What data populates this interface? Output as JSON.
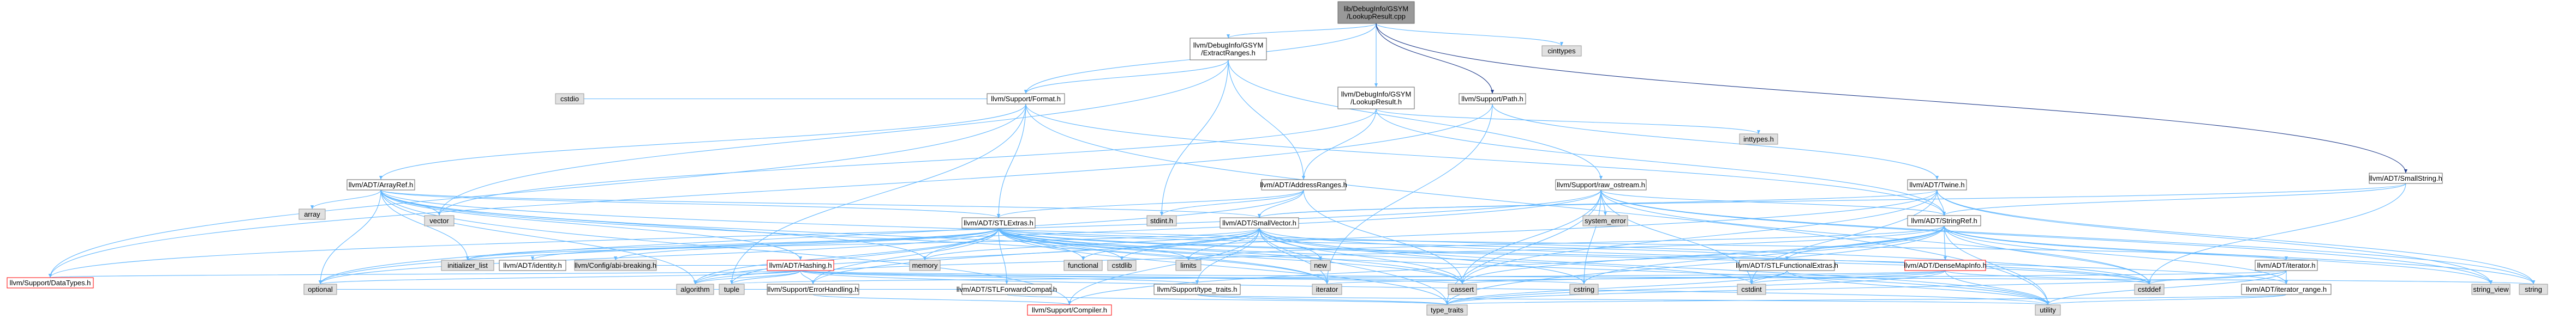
{
  "diagram": {
    "nodes": [
      {
        "id": "root",
        "label": [
          "lib/DebugInfo/GSYM",
          "/LookupResult.cpp"
        ],
        "kind": "root"
      },
      {
        "id": "eranges",
        "label": [
          "llvm/DebugInfo/GSYM",
          "/ExtractRanges.h"
        ],
        "kind": "header"
      },
      {
        "id": "cinttypes",
        "label": [
          "cinttypes"
        ],
        "kind": "system"
      },
      {
        "id": "format",
        "label": [
          "llvm/Support/Format.h"
        ],
        "kind": "header"
      },
      {
        "id": "lookupres",
        "label": [
          "llvm/DebugInfo/GSYM",
          "/LookupResult.h"
        ],
        "kind": "header"
      },
      {
        "id": "path",
        "label": [
          "llvm/Support/Path.h"
        ],
        "kind": "header"
      },
      {
        "id": "smallstring",
        "label": [
          "llvm/ADT/SmallString.h"
        ],
        "kind": "header"
      },
      {
        "id": "cstdio",
        "label": [
          "cstdio"
        ],
        "kind": "system"
      },
      {
        "id": "arrayref",
        "label": [
          "llvm/ADT/ArrayRef.h"
        ],
        "kind": "header"
      },
      {
        "id": "addrranges",
        "label": [
          "llvm/ADT/AddressRanges.h"
        ],
        "kind": "header"
      },
      {
        "id": "rawostream",
        "label": [
          "llvm/Support/raw_ostream.h"
        ],
        "kind": "header"
      },
      {
        "id": "inttypes",
        "label": [
          "inttypes.h"
        ],
        "kind": "system"
      },
      {
        "id": "twine",
        "label": [
          "llvm/ADT/Twine.h"
        ],
        "kind": "header"
      },
      {
        "id": "array",
        "label": [
          "array"
        ],
        "kind": "system"
      },
      {
        "id": "vector",
        "label": [
          "vector"
        ],
        "kind": "system"
      },
      {
        "id": "stlextras",
        "label": [
          "llvm/ADT/STLExtras.h"
        ],
        "kind": "header"
      },
      {
        "id": "stdint",
        "label": [
          "stdint.h"
        ],
        "kind": "system"
      },
      {
        "id": "smallvector",
        "label": [
          "llvm/ADT/SmallVector.h"
        ],
        "kind": "header"
      },
      {
        "id": "syserror",
        "label": [
          "system_error"
        ],
        "kind": "system"
      },
      {
        "id": "stringref",
        "label": [
          "llvm/ADT/StringRef.h"
        ],
        "kind": "header"
      },
      {
        "id": "datatypes",
        "label": [
          "llvm/Support/DataTypes.h"
        ],
        "kind": "missing"
      },
      {
        "id": "initlist",
        "label": [
          "initializer_list"
        ],
        "kind": "system"
      },
      {
        "id": "identity",
        "label": [
          "llvm/ADT/identity.h"
        ],
        "kind": "header"
      },
      {
        "id": "abibreak",
        "label": [
          "llvm/Config/abi-breaking.h"
        ],
        "kind": "system"
      },
      {
        "id": "hashing",
        "label": [
          "llvm/ADT/Hashing.h"
        ],
        "kind": "missing"
      },
      {
        "id": "memory",
        "label": [
          "memory"
        ],
        "kind": "system"
      },
      {
        "id": "functional",
        "label": [
          "functional"
        ],
        "kind": "system"
      },
      {
        "id": "cstdlib",
        "label": [
          "cstdlib"
        ],
        "kind": "system"
      },
      {
        "id": "limits",
        "label": [
          "limits"
        ],
        "kind": "system"
      },
      {
        "id": "new",
        "label": [
          "new"
        ],
        "kind": "system"
      },
      {
        "id": "densemapinfo",
        "label": [
          "llvm/ADT/DenseMapInfo.h"
        ],
        "kind": "missing"
      },
      {
        "id": "stlfunc",
        "label": [
          "llvm/ADT/STLFunctionalExtras.h"
        ],
        "kind": "header"
      },
      {
        "id": "iteratorh",
        "label": [
          "llvm/ADT/iterator.h"
        ],
        "kind": "header"
      },
      {
        "id": "stringview",
        "label": [
          "string_view"
        ],
        "kind": "system"
      },
      {
        "id": "string",
        "label": [
          "string"
        ],
        "kind": "system"
      },
      {
        "id": "algorithm",
        "label": [
          "algorithm"
        ],
        "kind": "system"
      },
      {
        "id": "errhandling",
        "label": [
          "llvm/Support/ErrorHandling.h"
        ],
        "kind": "header"
      },
      {
        "id": "tuple",
        "label": [
          "tuple"
        ],
        "kind": "system"
      },
      {
        "id": "stlfwdcompat",
        "label": [
          "llvm/ADT/STLForwardCompat.h"
        ],
        "kind": "header"
      },
      {
        "id": "typetraitsh",
        "label": [
          "llvm/Support/type_traits.h"
        ],
        "kind": "header"
      },
      {
        "id": "iterator",
        "label": [
          "iterator"
        ],
        "kind": "system"
      },
      {
        "id": "cassert",
        "label": [
          "cassert"
        ],
        "kind": "system"
      },
      {
        "id": "cstring",
        "label": [
          "cstring"
        ],
        "kind": "system"
      },
      {
        "id": "cstdint",
        "label": [
          "cstdint"
        ],
        "kind": "system"
      },
      {
        "id": "cstddef",
        "label": [
          "cstddef"
        ],
        "kind": "system"
      },
      {
        "id": "iterrange",
        "label": [
          "llvm/ADT/iterator_range.h"
        ],
        "kind": "header"
      },
      {
        "id": "optional",
        "label": [
          "optional"
        ],
        "kind": "system"
      },
      {
        "id": "compiler",
        "label": [
          "llvm/Support/Compiler.h"
        ],
        "kind": "missing"
      },
      {
        "id": "typetraits",
        "label": [
          "type_traits"
        ],
        "kind": "system"
      },
      {
        "id": "utility",
        "label": [
          "utility"
        ],
        "kind": "system"
      }
    ],
    "edges": [
      [
        "root",
        "eranges"
      ],
      [
        "root",
        "cinttypes"
      ],
      [
        "root",
        "format"
      ],
      [
        "root",
        "lookupres"
      ],
      [
        "root",
        "path"
      ],
      [
        "root",
        "smallstring"
      ],
      [
        "eranges",
        "format"
      ],
      [
        "eranges",
        "rawostream"
      ],
      [
        "eranges",
        "stdint"
      ],
      [
        "eranges",
        "vector"
      ],
      [
        "eranges",
        "addrranges"
      ],
      [
        "format",
        "arrayref"
      ],
      [
        "format",
        "stringref"
      ],
      [
        "format",
        "cstdio"
      ],
      [
        "format",
        "tuple"
      ],
      [
        "format",
        "utility"
      ],
      [
        "format",
        "datatypes"
      ],
      [
        "format",
        "stlextras"
      ],
      [
        "lookupres",
        "addrranges"
      ],
      [
        "lookupres",
        "stringref"
      ],
      [
        "lookupres",
        "inttypes"
      ],
      [
        "lookupres",
        "vector"
      ],
      [
        "path",
        "twine"
      ],
      [
        "path",
        "iterator"
      ],
      [
        "path",
        "datatypes"
      ],
      [
        "smallstring",
        "smallvector"
      ],
      [
        "smallstring",
        "stringref"
      ],
      [
        "smallstring",
        "cstddef"
      ],
      [
        "arrayref",
        "hashing"
      ],
      [
        "arrayref",
        "smallvector"
      ],
      [
        "arrayref",
        "stlextras"
      ],
      [
        "arrayref",
        "compiler"
      ],
      [
        "arrayref",
        "algorithm"
      ],
      [
        "arrayref",
        "array"
      ],
      [
        "arrayref",
        "cassert"
      ],
      [
        "arrayref",
        "cstddef"
      ],
      [
        "arrayref",
        "initlist"
      ],
      [
        "arrayref",
        "iterator"
      ],
      [
        "arrayref",
        "memory"
      ],
      [
        "arrayref",
        "optional"
      ],
      [
        "arrayref",
        "type_traits"
      ],
      [
        "arrayref",
        "vector"
      ],
      [
        "addrranges",
        "stlextras"
      ],
      [
        "addrranges",
        "smallvector"
      ],
      [
        "addrranges",
        "cassert"
      ],
      [
        "addrranges",
        "stdint"
      ],
      [
        "addrranges",
        "optional"
      ],
      [
        "rawostream",
        "stringref"
      ],
      [
        "rawostream",
        "datatypes"
      ],
      [
        "rawostream",
        "cassert"
      ],
      [
        "rawostream",
        "cstddef"
      ],
      [
        "rawostream",
        "cstdint"
      ],
      [
        "rawostream",
        "cstring"
      ],
      [
        "rawostream",
        "optional"
      ],
      [
        "rawostream",
        "string"
      ],
      [
        "rawostream",
        "stringview"
      ],
      [
        "rawostream",
        "syserror"
      ],
      [
        "rawostream",
        "typetraits"
      ],
      [
        "twine",
        "smallvector"
      ],
      [
        "twine",
        "stringref"
      ],
      [
        "twine",
        "errhandling"
      ],
      [
        "twine",
        "cassert"
      ],
      [
        "twine",
        "cstdint"
      ],
      [
        "twine",
        "string"
      ],
      [
        "twine",
        "stringview"
      ],
      [
        "stlextras",
        "stlfunc"
      ],
      [
        "stlextras",
        "stlfwdcompat"
      ],
      [
        "stlextras",
        "identity"
      ],
      [
        "stlextras",
        "iteratorh"
      ],
      [
        "stlextras",
        "iterrange"
      ],
      [
        "stlextras",
        "abibreak"
      ],
      [
        "stlextras",
        "errhandling"
      ],
      [
        "stlextras",
        "algorithm"
      ],
      [
        "stlextras",
        "cassert"
      ],
      [
        "stlextras",
        "cstddef"
      ],
      [
        "stlextras",
        "cstdint"
      ],
      [
        "stlextras",
        "cstdlib"
      ],
      [
        "stlextras",
        "functional"
      ],
      [
        "stlextras",
        "initlist"
      ],
      [
        "stlextras",
        "iterator"
      ],
      [
        "stlextras",
        "limits"
      ],
      [
        "stlextras",
        "memory"
      ],
      [
        "stlextras",
        "optional"
      ],
      [
        "stlextras",
        "tuple"
      ],
      [
        "stlextras",
        "typetraits"
      ],
      [
        "stlextras",
        "utility"
      ],
      [
        "smallvector",
        "compiler"
      ],
      [
        "smallvector",
        "typetraitsh"
      ],
      [
        "smallvector",
        "algorithm"
      ],
      [
        "smallvector",
        "cassert"
      ],
      [
        "smallvector",
        "cstddef"
      ],
      [
        "smallvector",
        "cstdlib"
      ],
      [
        "smallvector",
        "cstring"
      ],
      [
        "smallvector",
        "functional"
      ],
      [
        "smallvector",
        "initlist"
      ],
      [
        "smallvector",
        "iterator"
      ],
      [
        "smallvector",
        "limits"
      ],
      [
        "smallvector",
        "memory"
      ],
      [
        "smallvector",
        "new"
      ],
      [
        "smallvector",
        "typetraits"
      ],
      [
        "smallvector",
        "utility"
      ],
      [
        "stringref",
        "densemapinfo"
      ],
      [
        "stringref",
        "stlfunc"
      ],
      [
        "stringref",
        "iterrange"
      ],
      [
        "stringref",
        "compiler"
      ],
      [
        "stringref",
        "algorithm"
      ],
      [
        "stringref",
        "cassert"
      ],
      [
        "stringref",
        "cstddef"
      ],
      [
        "stringref",
        "cstring"
      ],
      [
        "stringref",
        "limits"
      ],
      [
        "stringref",
        "string"
      ],
      [
        "stringref",
        "stringview"
      ],
      [
        "stringref",
        "typetraits"
      ],
      [
        "stringref",
        "utility"
      ],
      [
        "hashing",
        "errhandling"
      ],
      [
        "hashing",
        "typetraitsh"
      ],
      [
        "hashing",
        "algorithm"
      ],
      [
        "hashing",
        "cassert"
      ],
      [
        "hashing",
        "cstring"
      ],
      [
        "hashing",
        "optional"
      ],
      [
        "hashing",
        "string"
      ],
      [
        "hashing",
        "tuple"
      ],
      [
        "hashing",
        "utility"
      ],
      [
        "hashing",
        "datatypes"
      ],
      [
        "hashing",
        "abibreak"
      ],
      [
        "densemapinfo",
        "cassert"
      ],
      [
        "densemapinfo",
        "cstddef"
      ],
      [
        "densemapinfo",
        "cstdint"
      ],
      [
        "densemapinfo",
        "tuple"
      ],
      [
        "densemapinfo",
        "typetraits"
      ],
      [
        "densemapinfo",
        "utility"
      ],
      [
        "stlfunc",
        "cstdint"
      ],
      [
        "stlfunc",
        "typetraits"
      ],
      [
        "stlfunc",
        "utility"
      ],
      [
        "iteratorh",
        "iterrange"
      ],
      [
        "iteratorh",
        "cstddef"
      ],
      [
        "iteratorh",
        "iterator"
      ],
      [
        "iteratorh",
        "typetraits"
      ],
      [
        "iteratorh",
        "utility"
      ],
      [
        "iterrange",
        "typetraits"
      ],
      [
        "iterrange",
        "utility"
      ],
      [
        "errhandling",
        "compiler"
      ],
      [
        "stlfwdcompat",
        "optional"
      ],
      [
        "stlfwdcompat",
        "typetraits"
      ],
      [
        "typetraitsh",
        "typetraits"
      ],
      [
        "typetraitsh",
        "utility"
      ]
    ]
  }
}
